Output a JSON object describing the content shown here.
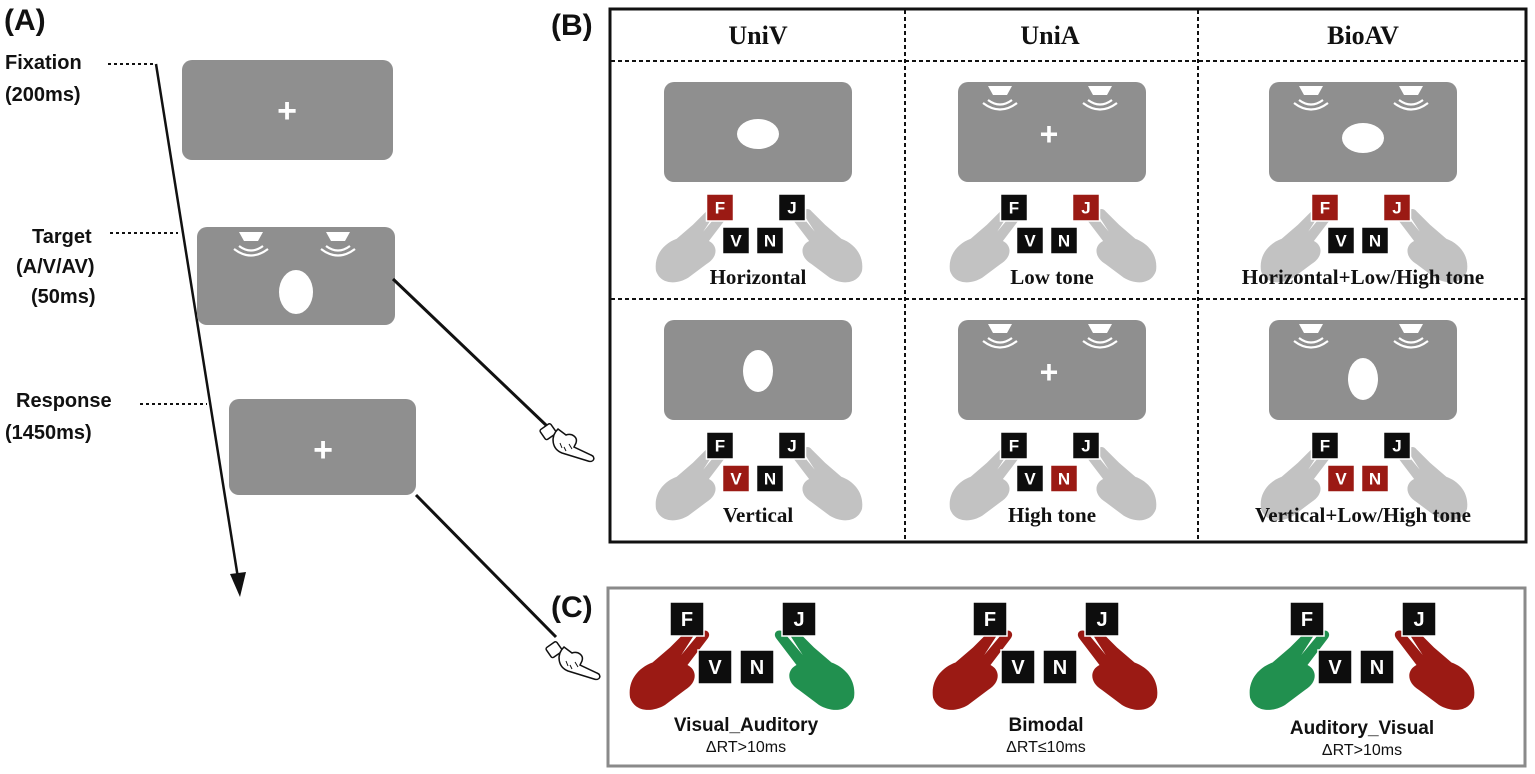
{
  "panel_a": {
    "label": "(A)",
    "stages": [
      {
        "name": "Fixation",
        "duration": "(200ms)"
      },
      {
        "name": "Target",
        "detail": "(A/V/AV)",
        "duration": "(50ms)"
      },
      {
        "name": "Response",
        "duration": "(1450ms)"
      }
    ],
    "fixation_symbol": "+"
  },
  "panel_b": {
    "label": "(B)",
    "columns": [
      "UniV",
      "UniA",
      "BioAV"
    ],
    "captions": [
      [
        "Horizontal",
        "Low  tone",
        "Horizontal+Low/High tone"
      ],
      [
        "Vertical",
        "High  tone",
        "Vertical+Low/High tone"
      ]
    ],
    "keys": {
      "f": "F",
      "j": "J",
      "v": "V",
      "n": "N"
    }
  },
  "panel_c": {
    "label": "(C)",
    "items": [
      {
        "title": "Visual_Auditory",
        "condition": "ΔRT>10ms"
      },
      {
        "title": "Bimodal",
        "condition": "ΔRT≤10ms"
      },
      {
        "title": "Auditory_Visual",
        "condition": "ΔRT>10ms"
      }
    ]
  },
  "colors": {
    "screen": "#8f8f8f",
    "key_black": "#0d0d0d",
    "key_red": "#9b1a14",
    "hand_gray": "#c2c2c2",
    "hand_red": "#9b1a14",
    "hand_green": "#21904f",
    "letter_green": "#21a35a",
    "letter_red": "#c01d12"
  }
}
